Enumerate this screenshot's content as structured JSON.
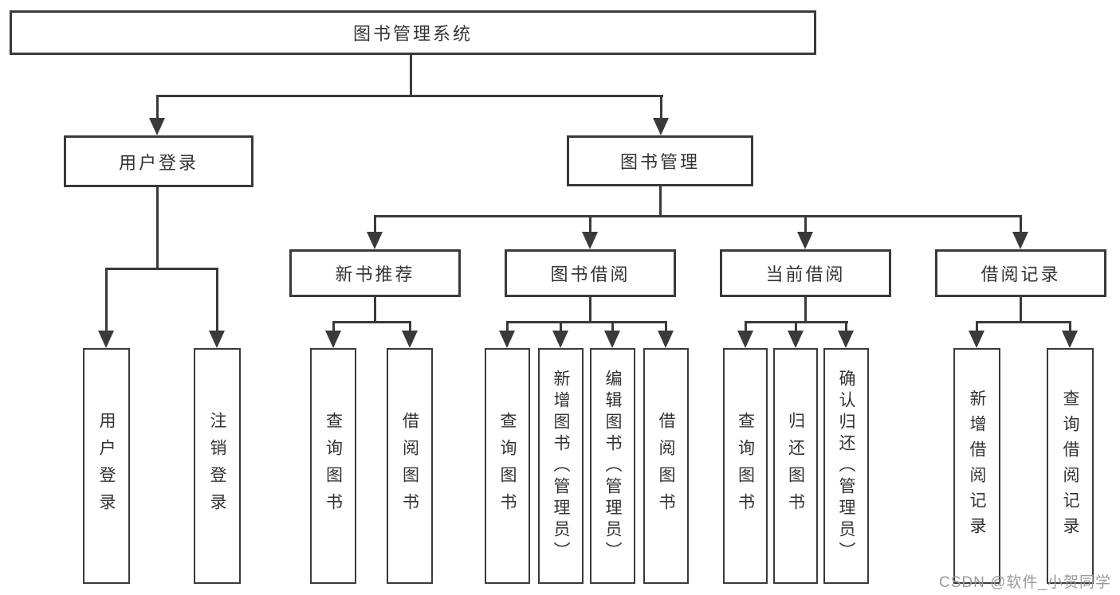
{
  "diagram_title": "图书管理系统",
  "nodes": {
    "root": {
      "label": "图书管理系统"
    },
    "level2": [
      {
        "id": "user-login",
        "label": "用户登录"
      },
      {
        "id": "book-management",
        "label": "图书管理"
      }
    ],
    "level3": [
      {
        "id": "new-book-recommend",
        "label": "新书推荐"
      },
      {
        "id": "book-borrow",
        "label": "图书借阅"
      },
      {
        "id": "current-borrow",
        "label": "当前借阅"
      },
      {
        "id": "borrow-records",
        "label": "借阅记录"
      }
    ],
    "leaves": [
      {
        "parent": "user-login",
        "label": "用户登录"
      },
      {
        "parent": "user-login",
        "label": "注销登录"
      },
      {
        "parent": "new-book-recommend",
        "label": "查询图书"
      },
      {
        "parent": "new-book-recommend",
        "label": "借阅图书"
      },
      {
        "parent": "book-borrow",
        "label": "查询图书"
      },
      {
        "parent": "book-borrow",
        "label": "新增图书（管理员）"
      },
      {
        "parent": "book-borrow",
        "label": "编辑图书（管理员）"
      },
      {
        "parent": "book-borrow",
        "label": "借阅图书"
      },
      {
        "parent": "current-borrow",
        "label": "查询图书"
      },
      {
        "parent": "current-borrow",
        "label": "归还图书"
      },
      {
        "parent": "current-borrow",
        "label": "确认归还（管理员）"
      },
      {
        "parent": "borrow-records",
        "label": "新增借阅记录"
      },
      {
        "parent": "borrow-records",
        "label": "查询借阅记录"
      }
    ]
  },
  "watermark": "CSDN @软件_小贺同学",
  "colors": {
    "line": "#3a3a3a",
    "box_border": "#3a3a3a",
    "text": "#333333",
    "watermark": "#999999",
    "background": "#ffffff"
  }
}
